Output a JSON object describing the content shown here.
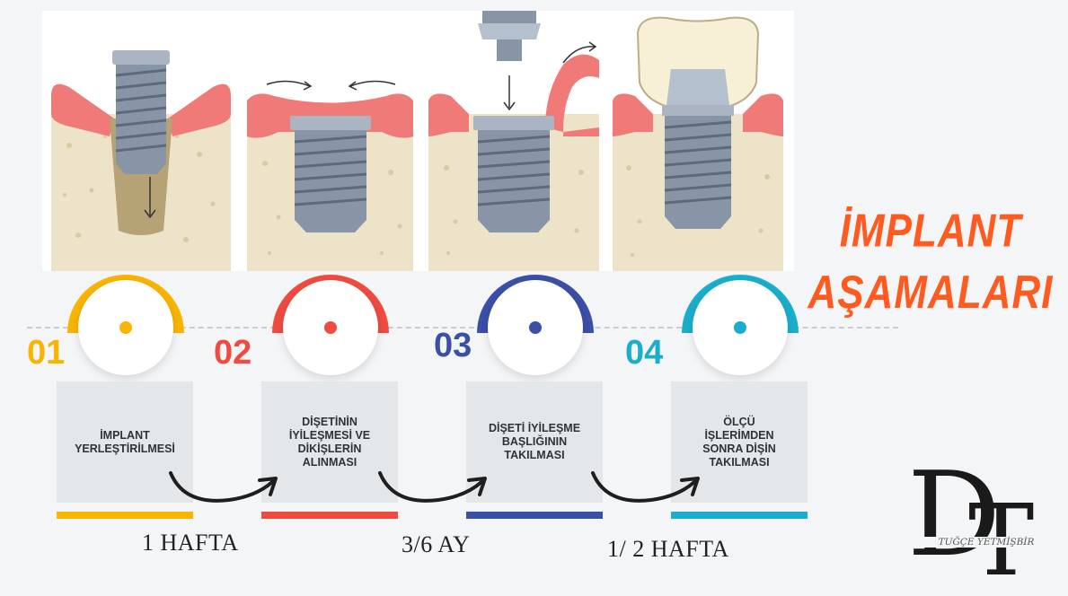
{
  "title_line1": "İMPLANT",
  "title_line2": "AŞAMALARI",
  "steps": [
    {
      "number": "01",
      "label": "İMPLANT\nYERLEŞTİRİLMESİ",
      "color": "#f8b400"
    },
    {
      "number": "02",
      "label": "DİŞETİNİN\nİYİLEŞMESİ VE\nDİKİŞLERİN\nALINMASI",
      "color": "#ef4b3f"
    },
    {
      "number": "03",
      "label": "DİŞETİ İYİLEŞME\nBAŞLIĞININ\nTAKILMASI",
      "color": "#3a4fa6"
    },
    {
      "number": "04",
      "label": "ÖLÇÜ\nİŞLERİMDEN\nSONRA DİŞİN\nTAKILMASI",
      "color": "#1aaecc"
    }
  ],
  "durations": [
    "1 HAFTA",
    "3/6 AY",
    "1/ 2 HAFTA"
  ],
  "logo": {
    "monogram": "DT",
    "name": "TUĞÇE YETMİŞBİR"
  },
  "colors": {
    "title": "#ff5a1f",
    "gum": "#ef7a78",
    "bone": "#ece2c6",
    "implant": "#8895a6",
    "crown": "#f7efd6"
  }
}
